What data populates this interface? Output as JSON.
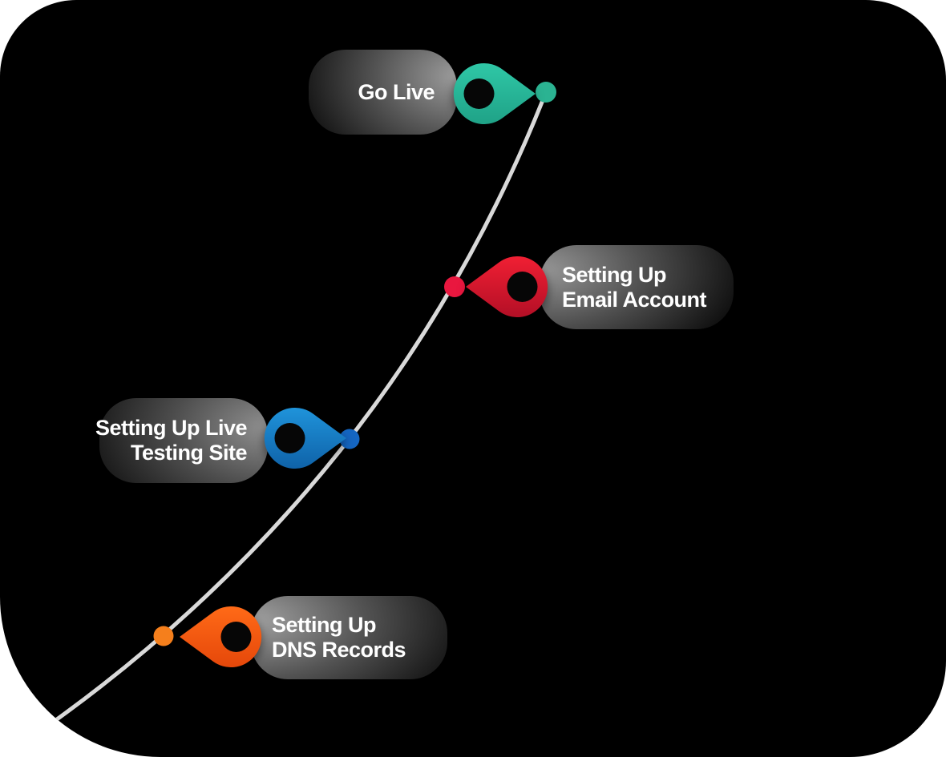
{
  "canvas": {
    "background_color": "#000000",
    "page_background_color": "#ffffff",
    "curve_color": "#d9d9d9",
    "pin_hole_color": "#060606"
  },
  "milestones": [
    {
      "id": "go-live",
      "line1": "Go Live",
      "line2": "",
      "label_side": "left-of-pin",
      "pin_direction": "right",
      "pin_color_top": "#2fc7a6",
      "pin_color_bottom": "#1fa287",
      "dot_color": "#2bb392"
    },
    {
      "id": "email-account",
      "line1": "Setting Up",
      "line2": "Email Account",
      "label_side": "right-of-pin",
      "pin_direction": "left",
      "pin_color_top": "#f01f33",
      "pin_color_bottom": "#b30f26",
      "dot_color": "#e9173f"
    },
    {
      "id": "live-testing-site",
      "line1": "Setting Up Live",
      "line2": "Testing Site",
      "label_side": "left-of-pin",
      "pin_direction": "right",
      "pin_color_top": "#1f93da",
      "pin_color_bottom": "#0f62a8",
      "dot_color": "#1566c2"
    },
    {
      "id": "dns-records",
      "line1": "Setting Up",
      "line2": "DNS Records",
      "label_side": "right-of-pin",
      "pin_direction": "left",
      "pin_color_top": "#ff6a17",
      "pin_color_bottom": "#e5470a",
      "dot_color": "#f57f1c"
    }
  ]
}
